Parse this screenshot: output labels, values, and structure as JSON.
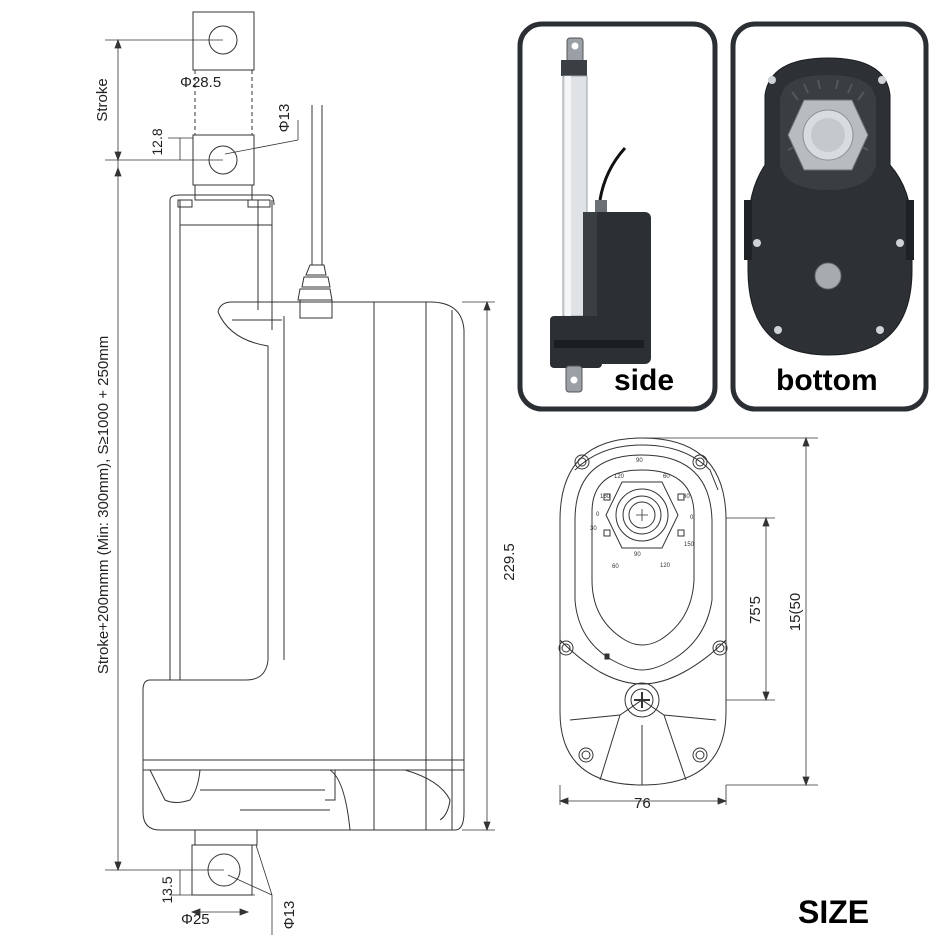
{
  "labels": {
    "stroke": "Stroke",
    "phi_28_5": "Φ28.5",
    "d_12_8": "12.8",
    "phi_13_top": "Φ13",
    "length_formula": "Stroke+200mmm (Min: 300mm), S≥1000  +  250mm",
    "d_229_5": "229.5",
    "d_13_5": "13.5",
    "phi_25": "Φ25",
    "phi_13_bottom": "Φ13",
    "d_75_5": "75'5",
    "d_150": "15(50",
    "d_76": "76",
    "side": "side",
    "bottom": "bottom",
    "size": "SIZE"
  },
  "dial_top": [
    "90",
    "120",
    "60",
    "150",
    "30",
    "0",
    "30",
    "0",
    "150",
    "60",
    "90",
    "120"
  ],
  "dial_bottom": [
    "60",
    "90",
    "120"
  ]
}
